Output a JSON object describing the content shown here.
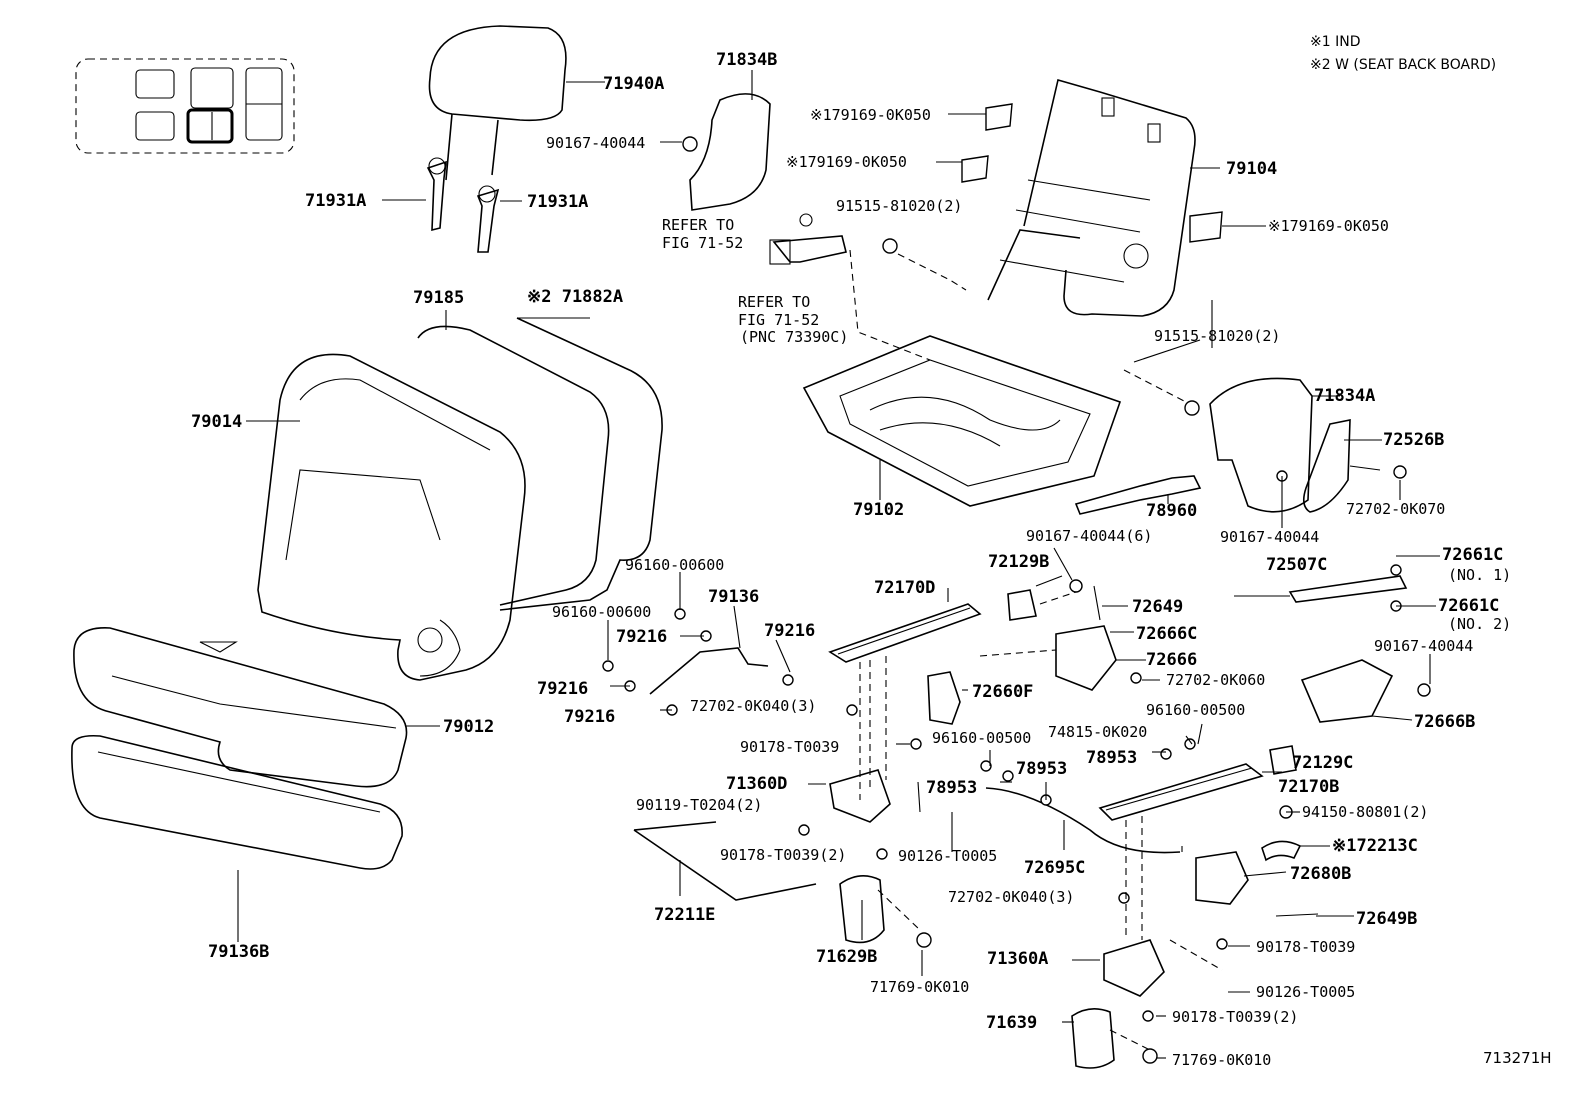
{
  "notes": {
    "n1": "※1 IND",
    "n2": "※2 W (SEAT BACK BOARD)"
  },
  "figure_code": "713271H",
  "refs": {
    "r1a": "REFER TO",
    "r1b": "FIG 71-52",
    "r2a": "REFER TO",
    "r2b": "FIG 71-52",
    "r2c": "(PNC 73390C)"
  },
  "labels": {
    "p71940A": "71940A",
    "p71834B": "71834B",
    "p90167_40044_a": "90167-40044",
    "p71931A_a": "71931A",
    "p71931A_b": "71931A",
    "p179169_a": "※179169-0K050",
    "p179169_b": "※179169-0K050",
    "p179169_c": "※179169-0K050",
    "p79104": "79104",
    "p91515_a": "91515-81020(2)",
    "p91515_b": "91515-81020(2)",
    "p79185": "79185",
    "p71882A": "※2 71882A",
    "p79014": "79014",
    "p71834A": "71834A",
    "p72526B": "72526B",
    "p79102": "79102",
    "p78960": "78960",
    "p72702_0K070": "72702-0K070",
    "p90167_40044_b": "90167-40044",
    "p90167_40044_6": "90167-40044(6)",
    "p72129B": "72129B",
    "p72661C_1": "72661C",
    "p72661C_1n": "(NO. 1)",
    "p72507C": "72507C",
    "p72661C_2": "72661C",
    "p72661C_2n": "(NO. 2)",
    "p96160_00600_a": "96160-00600",
    "p96160_00600_b": "96160-00600",
    "p79136": "79136",
    "p72170D": "72170D",
    "p72649": "72649",
    "p72666C": "72666C",
    "p72666": "72666",
    "p90167_40044_c": "90167-40044",
    "p79216_a": "79216",
    "p79216_b": "79216",
    "p79216_c": "79216",
    "p79216_d": "79216",
    "p72660F": "72660F",
    "p72702_0K060": "72702-0K060",
    "p72666B": "72666B",
    "p79012": "79012",
    "p72702_0K040_a": "72702-0K040(3)",
    "p96160_00500_a": "96160-00500",
    "p74815": "74815-0K020",
    "p96160_00500_b": "96160-00500",
    "p90178_T0039_a": "90178-T0039",
    "p78953_a": "78953",
    "p78953_b": "78953",
    "p72129C": "72129C",
    "p71360D": "71360D",
    "p78953_c": "78953",
    "p72170B": "72170B",
    "p90119": "90119-T0204(2)",
    "p94150": "94150-80801(2)",
    "p90178_T0039_2a": "90178-T0039(2)",
    "p90126_a": "90126-T0005",
    "p72695C": "72695C",
    "p72213C": "※172213C",
    "p72680B": "72680B",
    "p72702_0K040_b": "72702-0K040(3)",
    "p72211E": "72211E",
    "p72649B": "72649B",
    "p71629B": "71629B",
    "p71360A": "71360A",
    "p90178_T0039_b": "90178-T0039",
    "p71769_a": "71769-0K010",
    "p90126_b": "90126-T0005",
    "p79136B": "79136B",
    "p71639": "71639",
    "p90178_T0039_2b": "90178-T0039(2)",
    "p71769_b": "71769-0K010"
  }
}
